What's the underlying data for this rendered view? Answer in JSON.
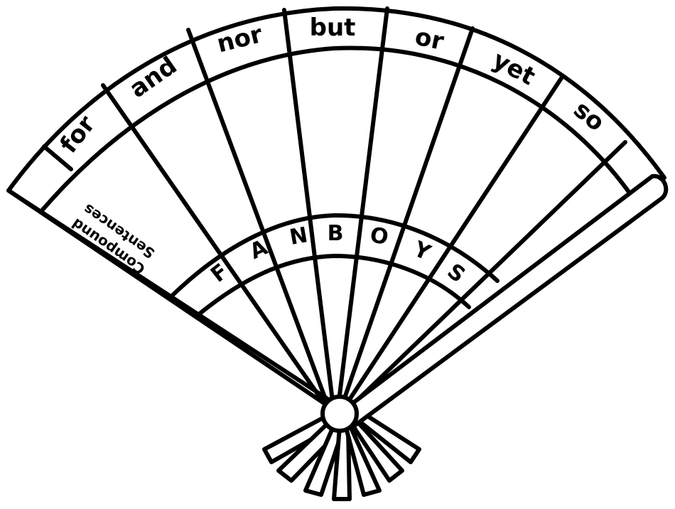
{
  "conjunctions": [
    "for",
    "and",
    "nor",
    "but",
    "or",
    "yet",
    "so"
  ],
  "acronym_letters": [
    "F",
    "A",
    "N",
    "B",
    "O",
    "Y",
    "S"
  ],
  "caption": {
    "line1": "Compound",
    "line2": "Sentences"
  },
  "colors": {
    "ink": "#000000",
    "paper": "#ffffff"
  }
}
